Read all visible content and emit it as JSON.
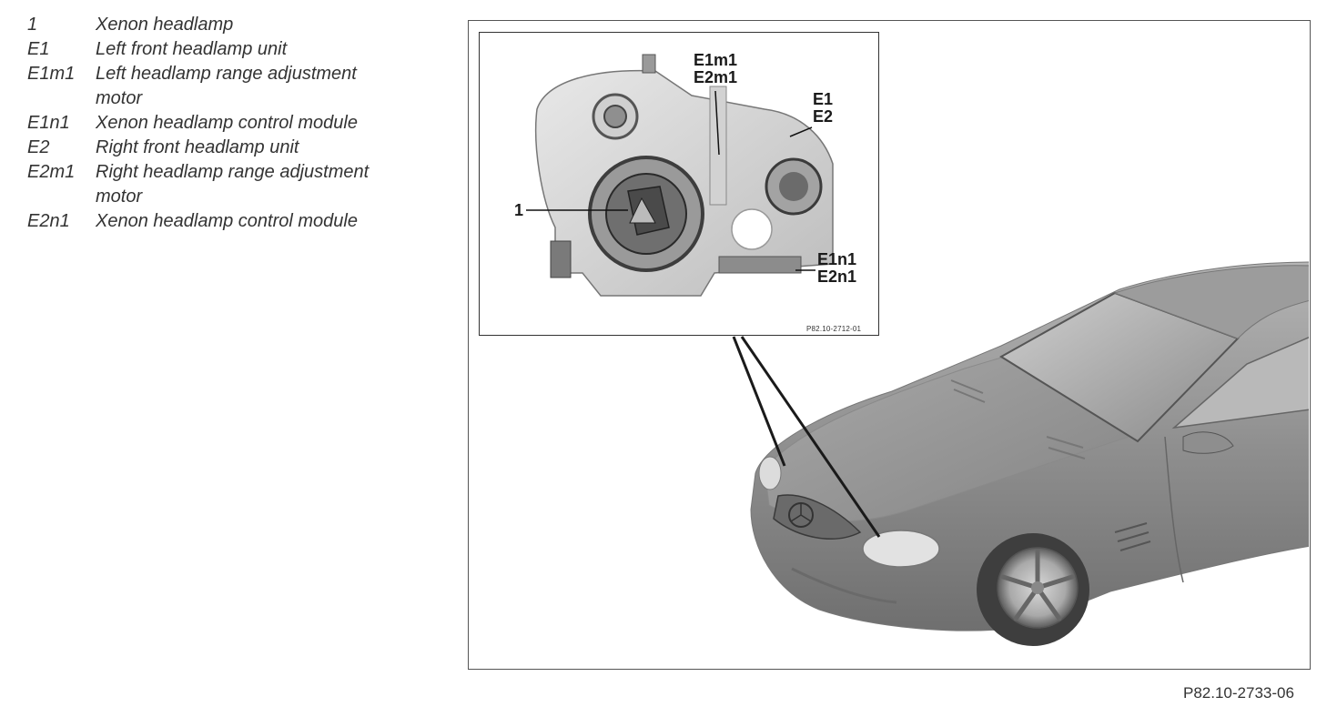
{
  "legend": [
    {
      "code": "1",
      "desc": "Xenon headlamp"
    },
    {
      "code": "E1",
      "desc": "Left front headlamp unit"
    },
    {
      "code": "E1m1",
      "desc": "Left headlamp range adjustment"
    },
    {
      "code": "",
      "desc": "motor"
    },
    {
      "code": "E1n1",
      "desc": "Xenon headlamp control module"
    },
    {
      "code": "E2",
      "desc": "Right front headlamp unit"
    },
    {
      "code": "E2m1",
      "desc": "Right headlamp range adjustment"
    },
    {
      "code": "",
      "desc": "motor"
    },
    {
      "code": "E2n1",
      "desc": "Xenon headlamp control module"
    }
  ],
  "callouts": {
    "motor": [
      "E1m1",
      "E2m1"
    ],
    "unit": [
      "E1",
      "E2"
    ],
    "module": [
      "E1n1",
      "E2n1"
    ],
    "lamp": "1"
  },
  "inset_id": "P82.10-2712-01",
  "figure_id": "P82.10-2733-06"
}
